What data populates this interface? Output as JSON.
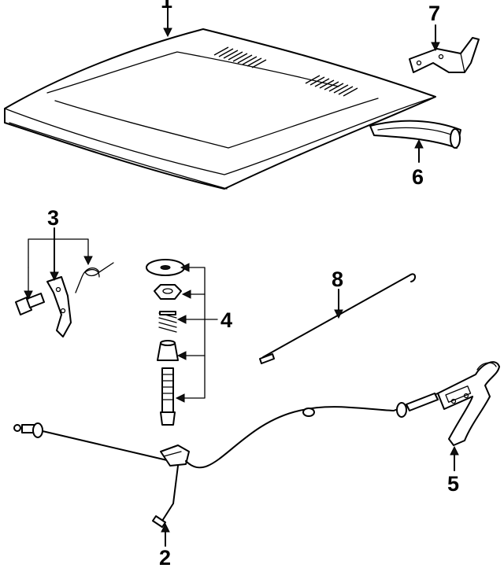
{
  "callouts": [
    {
      "id": "1",
      "label": "1"
    },
    {
      "id": "2",
      "label": "2"
    },
    {
      "id": "3",
      "label": "3"
    },
    {
      "id": "4",
      "label": "4"
    },
    {
      "id": "5",
      "label": "5"
    },
    {
      "id": "6",
      "label": "6"
    },
    {
      "id": "7",
      "label": "7"
    },
    {
      "id": "8",
      "label": "8"
    }
  ],
  "parts": [
    {
      "callout": "1",
      "icon": "hood-panel-icon"
    },
    {
      "callout": "2",
      "icon": "release-cable-icon"
    },
    {
      "callout": "3",
      "icon": "latch-hook-icon"
    },
    {
      "callout": "4",
      "icon": "bumper-stack-icon"
    },
    {
      "callout": "5",
      "icon": "release-handle-icon"
    },
    {
      "callout": "6",
      "icon": "seal-strip-icon"
    },
    {
      "callout": "7",
      "icon": "hinge-icon"
    },
    {
      "callout": "8",
      "icon": "prop-rod-icon"
    }
  ],
  "colors": {
    "ink": "#000000",
    "paper": "#ffffff"
  }
}
